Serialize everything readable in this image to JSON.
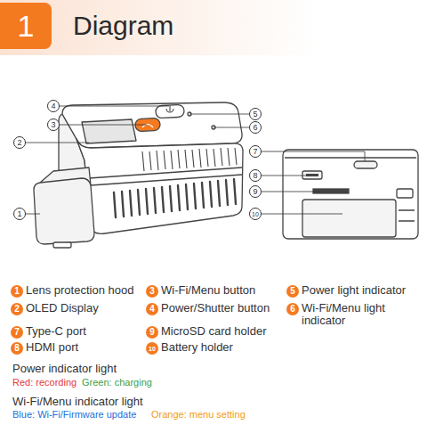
{
  "diagram": {
    "title": "Diagram",
    "nodes": [
      {
        "text": [
          "1"
        ]
      }
    ],
    "labels": [
      "4",
      "5",
      "3",
      "6",
      "2",
      "7",
      "8",
      "9",
      "1",
      "10",
      "1",
      "Lens protection hood",
      "3",
      "Wi-Fi/Menu button",
      "5",
      "Power light indicator",
      "2",
      "OLED Display",
      "4",
      "Power/Shutter button",
      "6",
      "Wi-Fi/Menu light indicator",
      "7",
      "Type-C port",
      "9",
      "MicroSD card holder",
      "8",
      "HDMI port",
      "10",
      "Battery holder",
      "Power indicator light",
      "Wi-Fi/Menu indicator light"
    ],
    "legend": [
      {
        "text": "Red: recording",
        "color": "#e53935"
      },
      {
        "text": "Green: charging",
        "color": "#43a047"
      },
      {
        "text": "Blue: Wi-Fi/Firmware update",
        "color": "#1e6fd9"
      },
      {
        "text": "Orange: menu setting",
        "color": "#f39c12"
      }
    ]
  }
}
